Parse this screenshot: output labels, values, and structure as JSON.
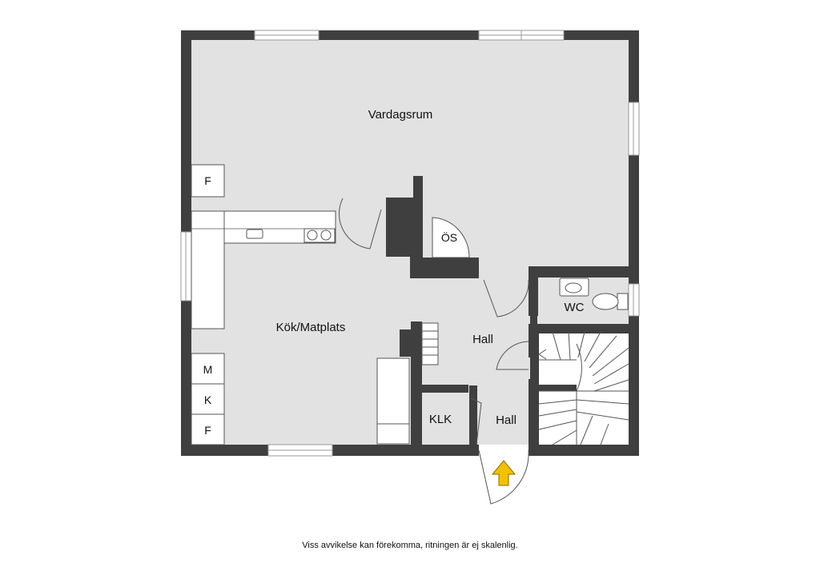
{
  "colors": {
    "wall": "#3f3f3f",
    "floor": "#e2e2e2",
    "fixture": "#ffffff",
    "line": "#555555",
    "entrance_arrow": "#f2c200"
  },
  "rooms": {
    "vardagsrum": "Vardagsrum",
    "kok": "Kök/Matplats",
    "hall_upper": "Hall",
    "hall_lower": "Hall",
    "wc": "WC",
    "klk": "KLK",
    "os": "ÖS"
  },
  "appliances": {
    "freezer_living": "F",
    "microwave": "M",
    "fridge": "K",
    "freezer_kitchen": "F"
  },
  "icons": {
    "entrance": "entrance-arrow-icon",
    "sink": "sink-icon",
    "toilet": "toilet-icon",
    "stove": "stove-icon",
    "stairs": "stairs-icon"
  },
  "footer": {
    "disclaimer": "Viss avvikelse kan förekomma, ritningen är ej skalenlig."
  }
}
